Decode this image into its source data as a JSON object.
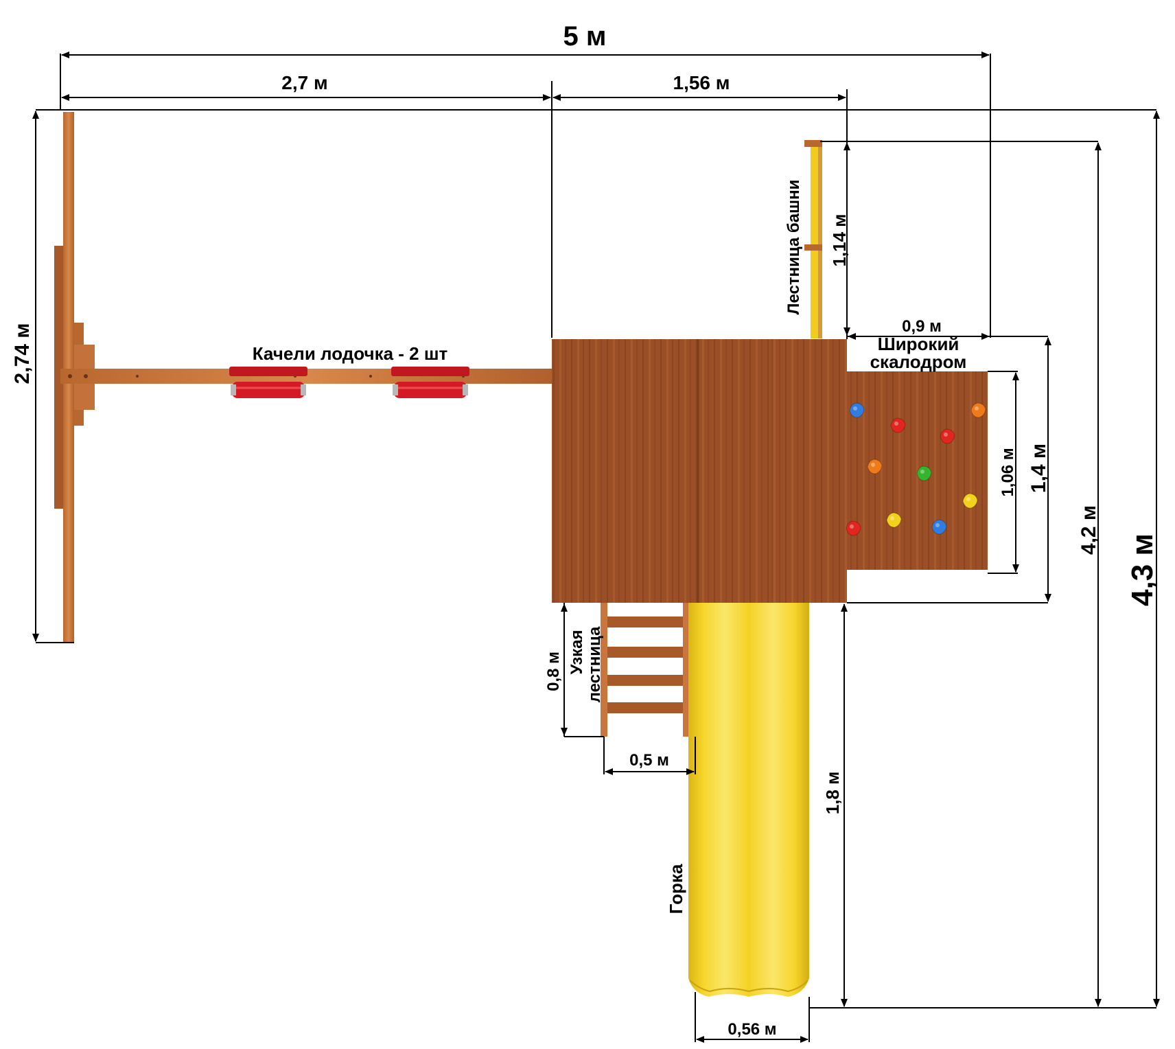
{
  "dimensions": {
    "total_width": "5 м",
    "swing_width": "2,7 м",
    "tower_width": "1,56 м",
    "swing_height": "2,74 м",
    "tower_ladder_height": "1,14 м",
    "wall_width": "0,9 м",
    "wall_height": "1,06 м",
    "wall_section_height": "1,4 м",
    "depth_inner": "4,2 м",
    "depth_total": "4,3 м",
    "narrow_ladder_length": "0,8 м",
    "narrow_ladder_width": "0,5 м",
    "slide_length": "1,8 м",
    "slide_width": "0,56 м"
  },
  "labels": {
    "swings": "Качели лодочка - 2 шт",
    "tower_ladder": "Лестница башни",
    "wall_line1": "Широкий",
    "wall_line2": "скалодром",
    "narrow_ladder_line1": "Узкая",
    "narrow_ladder_line2": "лестница",
    "slide": "Горка"
  },
  "colors": {
    "wood": "#9a4f26",
    "wood_light": "#c8763e",
    "slide": "#f2cf1f",
    "swing_seat": "#d41a24",
    "line": "#000000"
  },
  "holds": {
    "colors": [
      "#2f7de0",
      "#e0261f",
      "#ef7a1a",
      "#e0261f",
      "#ef7a1a",
      "#35b52f",
      "#f3d21c",
      "#e0261f",
      "#f3d21c",
      "#2f7de0"
    ]
  }
}
